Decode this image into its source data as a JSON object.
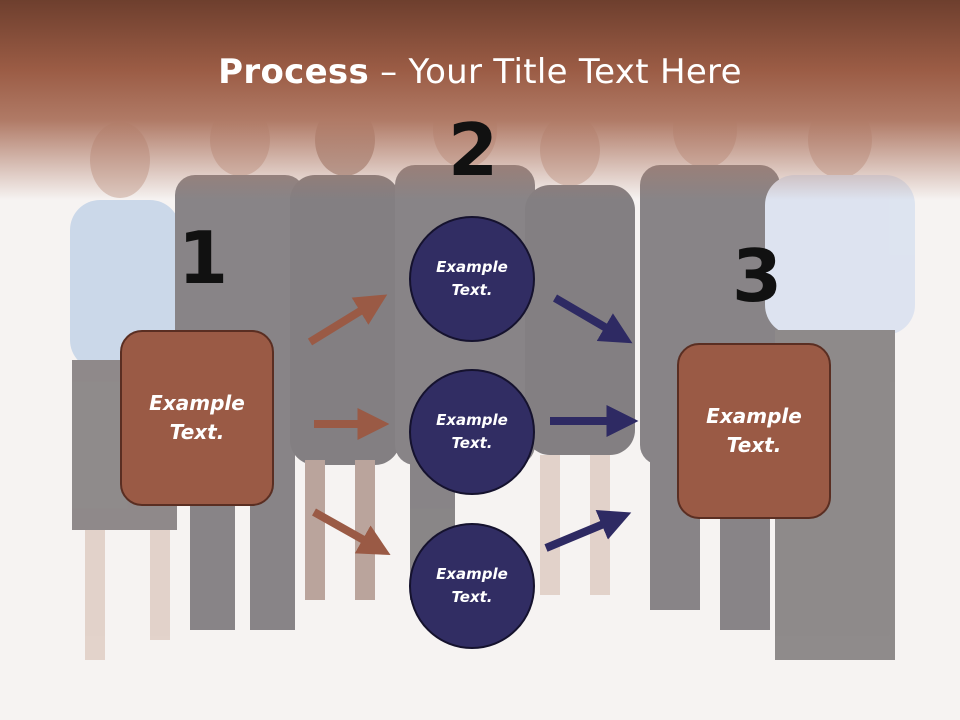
{
  "slide": {
    "title_bold": "Process",
    "title_rest": " – Your Title Text Here",
    "steps": [
      {
        "number": "1"
      },
      {
        "number": "2"
      },
      {
        "number": "3"
      }
    ],
    "left_box_text": "Example\nText.",
    "right_box_text": "Example\nText.",
    "circles": [
      {
        "text": "Example\nText."
      },
      {
        "text": "Example\nText."
      },
      {
        "text": "Example\nText."
      }
    ]
  },
  "colors": {
    "header": "#9b5c45",
    "box_fill": "#9a5a45",
    "circle_fill": "#312d63",
    "arrow_brown": "#9a5a45",
    "arrow_navy": "#2e2a63"
  }
}
